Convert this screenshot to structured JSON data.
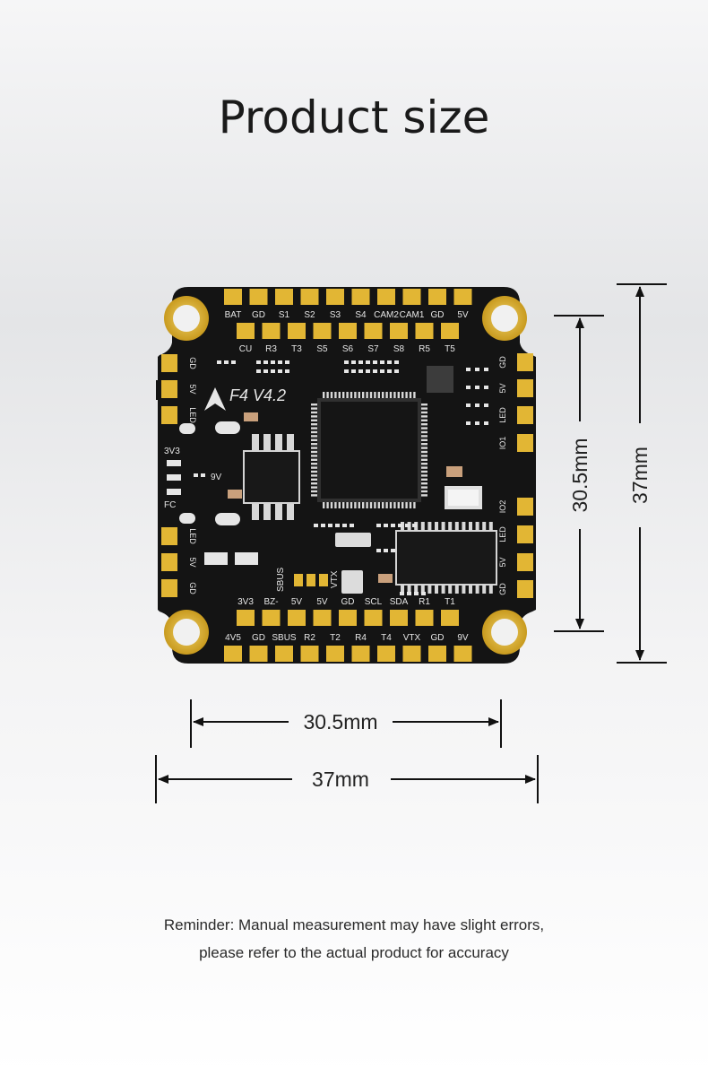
{
  "title": "Product size",
  "board": {
    "model": "F4 V4.2",
    "top_pads": [
      "BAT",
      "GD",
      "S1",
      "S2",
      "S3",
      "S4",
      "CAM2",
      "CAM1",
      "GD",
      "5V"
    ],
    "top_inner": [
      "CU",
      "R3",
      "T3",
      "S5",
      "S6",
      "S7",
      "S8",
      "R5",
      "T5"
    ],
    "bottom_pads": [
      "4V5",
      "GD",
      "SBUS",
      "R2",
      "T2",
      "R4",
      "T4",
      "VTX",
      "GD",
      "9V"
    ],
    "bottom_inner": [
      "3V3",
      "BZ-",
      "5V",
      "5V",
      "GD",
      "SCL",
      "SDA",
      "R1",
      "T1"
    ],
    "left_upper": [
      "GD",
      "5V",
      "LED"
    ],
    "left_lower": [
      "LED",
      "5V",
      "GD"
    ],
    "right_labels": [
      "GD",
      "5V",
      "LED",
      "IO1",
      "IO2",
      "LED",
      "5V",
      "GD"
    ],
    "misc": [
      "3V3",
      "9V",
      "FC",
      "SBUS",
      "VTX"
    ]
  },
  "dimensions": {
    "mount_horizontal": "30.5mm",
    "overall_horizontal": "37mm",
    "mount_vertical": "30.5mm",
    "overall_vertical": "37mm"
  },
  "reminder": {
    "line1": "Reminder: Manual measurement may have slight errors,",
    "line2": "please refer to the actual product for accuracy"
  },
  "colors": {
    "pcb": "#141414",
    "pad": "#e2b634",
    "silkscreen": "#e6e6e6",
    "dimension_line": "#111111"
  }
}
